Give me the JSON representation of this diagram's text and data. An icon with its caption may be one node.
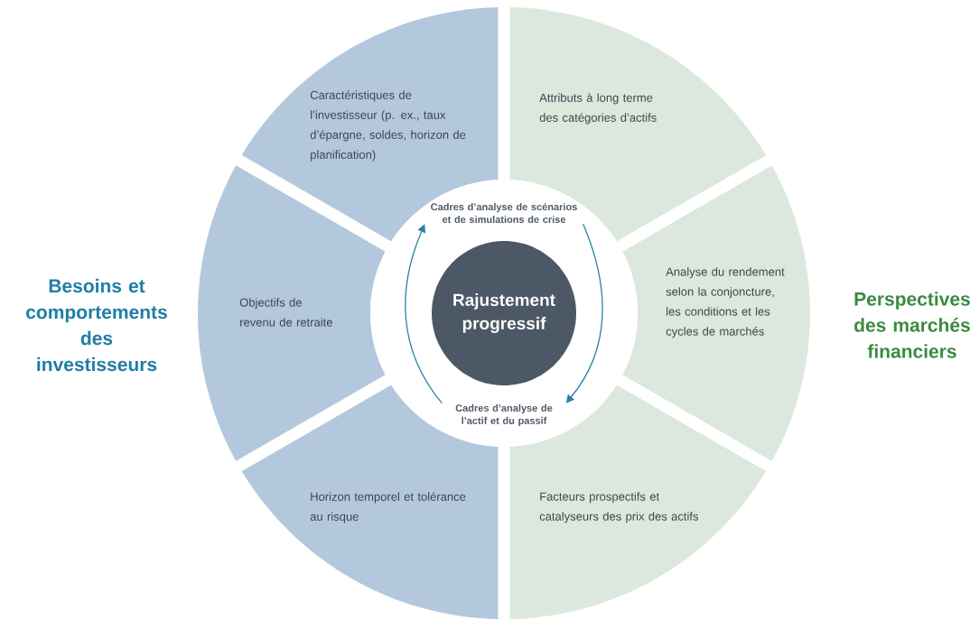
{
  "diagram": {
    "nodes": [
      {
        "text": [
          "Caractéristiques de l’investisseur (p. ex., taux d’épargne, soldes, horizon de planification)"
        ]
      },
      {
        "text": [
          "Objectifs de revenu de retraite"
        ]
      },
      {
        "text": [
          "Horizon temporel et tolérance au risque"
        ]
      },
      {
        "text": [
          "Attributs à long terme des catégories d’actifs"
        ]
      },
      {
        "text": [
          "Analyse du rendement selon la conjoncture, les conditions et les cycles de marchés"
        ]
      },
      {
        "text": [
          "Facteurs prospectifs et catalyseurs des prix des actifs"
        ]
      },
      {
        "text": [
          "Rajustement progressif"
        ]
      },
      {
        "text": [
          "Cadres d’analyse de scénarios et de simulations de crise"
        ]
      },
      {
        "text": [
          "Cadres d’analyse de l’actif et du passif"
        ]
      }
    ],
    "edges": [
      {
        "from": 8,
        "to": 7,
        "arrow": "to"
      },
      {
        "from": 7,
        "to": 8,
        "arrow": "to"
      }
    ],
    "labels": [
      "Besoins et comportements des investisseurs",
      "Perspectives des marchés financiers"
    ]
  }
}
